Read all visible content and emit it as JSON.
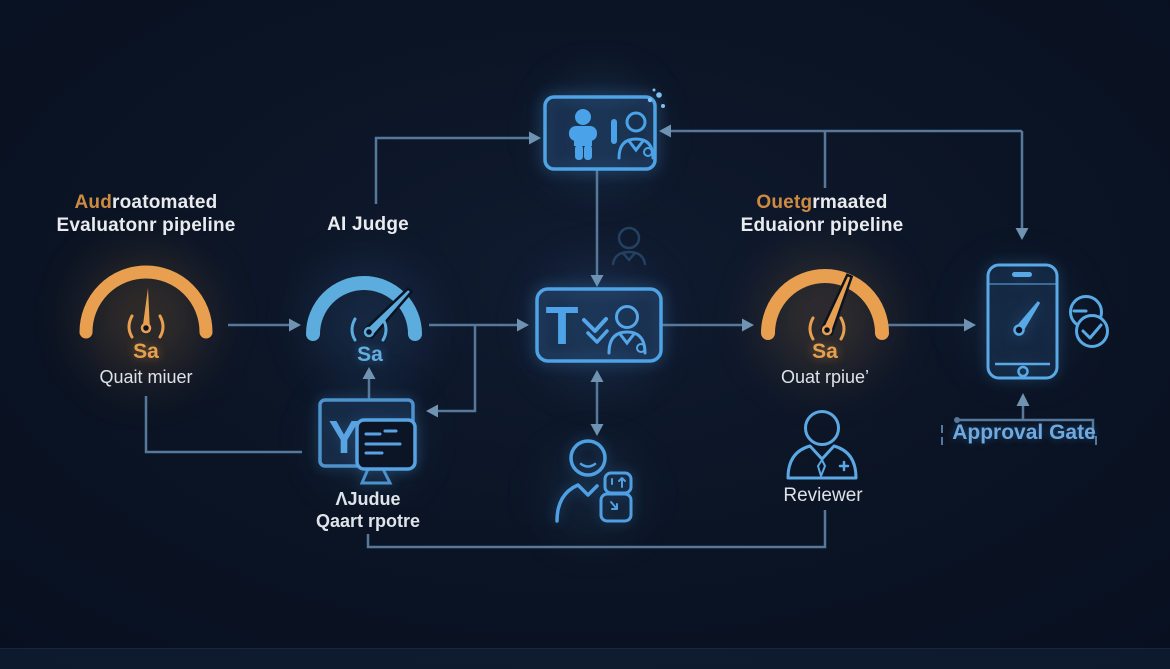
{
  "canvas": {
    "background": "#0a1322",
    "accent_orange": "#e2994b",
    "accent_blue": "#58a9e6",
    "line_color": "#56789a",
    "text_light": "#e9ebee"
  },
  "stages": {
    "eval_pipeline": {
      "title_accent": "Aud",
      "title_rest": "roatomated",
      "title_line2": "Evaluatonr pipeline",
      "gauge_value": "Sa",
      "caption": "Quait miuer"
    },
    "ai_judge": {
      "title": "AI Judge",
      "gauge_value": "Sa"
    },
    "output_pipeline": {
      "title_accent": "Ouetg",
      "title_rest": "rmaated",
      "title_line2": "Eduaionr pipeline",
      "gauge_value": "Sa",
      "caption": "Ouat rpiue’"
    },
    "task_box": {
      "glyph": "T"
    },
    "judge_report": {
      "glyph": "Y",
      "label_line1": "ΛJudue",
      "label_line2": "Qaart rpotre"
    },
    "reviewer": {
      "label": "Reviewer"
    },
    "approval_gate": {
      "label": "Approval Gate"
    }
  },
  "icons": {
    "quality-gauge": "orange speedometer",
    "ai-judge-gauge": "blue speedometer",
    "output-gauge": "orange speedometer",
    "handoff-panel": "person with profile card",
    "ghost-person": "faint person outline",
    "task-panel": "letter T, double check chevrons, person",
    "judge-report-monitor": "monitor with report card",
    "analyst-person": "person with badges",
    "reviewer-person": "person with tie and plus",
    "approval-phone": "smartphone with gauge needle",
    "pending-check-clock": "overlapping circles with dash and checkmark",
    "sparkle-dots": "small dots"
  },
  "edges": [
    {
      "from": "quality-gauge",
      "to": "ai-judge-gauge",
      "arrow": true
    },
    {
      "from": "ai-judge-gauge",
      "to": "handoff-panel",
      "arrow": true
    },
    {
      "from": "output-branch",
      "to": "handoff-panel",
      "arrow": true
    },
    {
      "from": "output-branch",
      "to": "approval-phone",
      "arrow": true
    },
    {
      "from": "handoff-panel",
      "to": "task-panel",
      "arrow": true
    },
    {
      "from": "ai-judge-gauge",
      "to": "task-panel",
      "arrow": true
    },
    {
      "from": "task-panel",
      "to": "judge-report-monitor",
      "arrow": true
    },
    {
      "from": "judge-report-monitor",
      "to": "ai-judge-gauge",
      "arrow": true
    },
    {
      "from": "task-panel",
      "to": "output-gauge",
      "arrow": true
    },
    {
      "from": "output-gauge",
      "to": "approval-phone",
      "arrow": true
    },
    {
      "from": "task-panel",
      "to": "analyst-person",
      "arrow": "both"
    },
    {
      "from": "quality-gauge",
      "to": "judge-report-monitor",
      "arrow": false
    },
    {
      "from": "reviewer-person",
      "to": "judge-report-monitor",
      "arrow": false
    },
    {
      "from": "approval-gate-label",
      "to": "approval-phone",
      "arrow": true
    }
  ]
}
